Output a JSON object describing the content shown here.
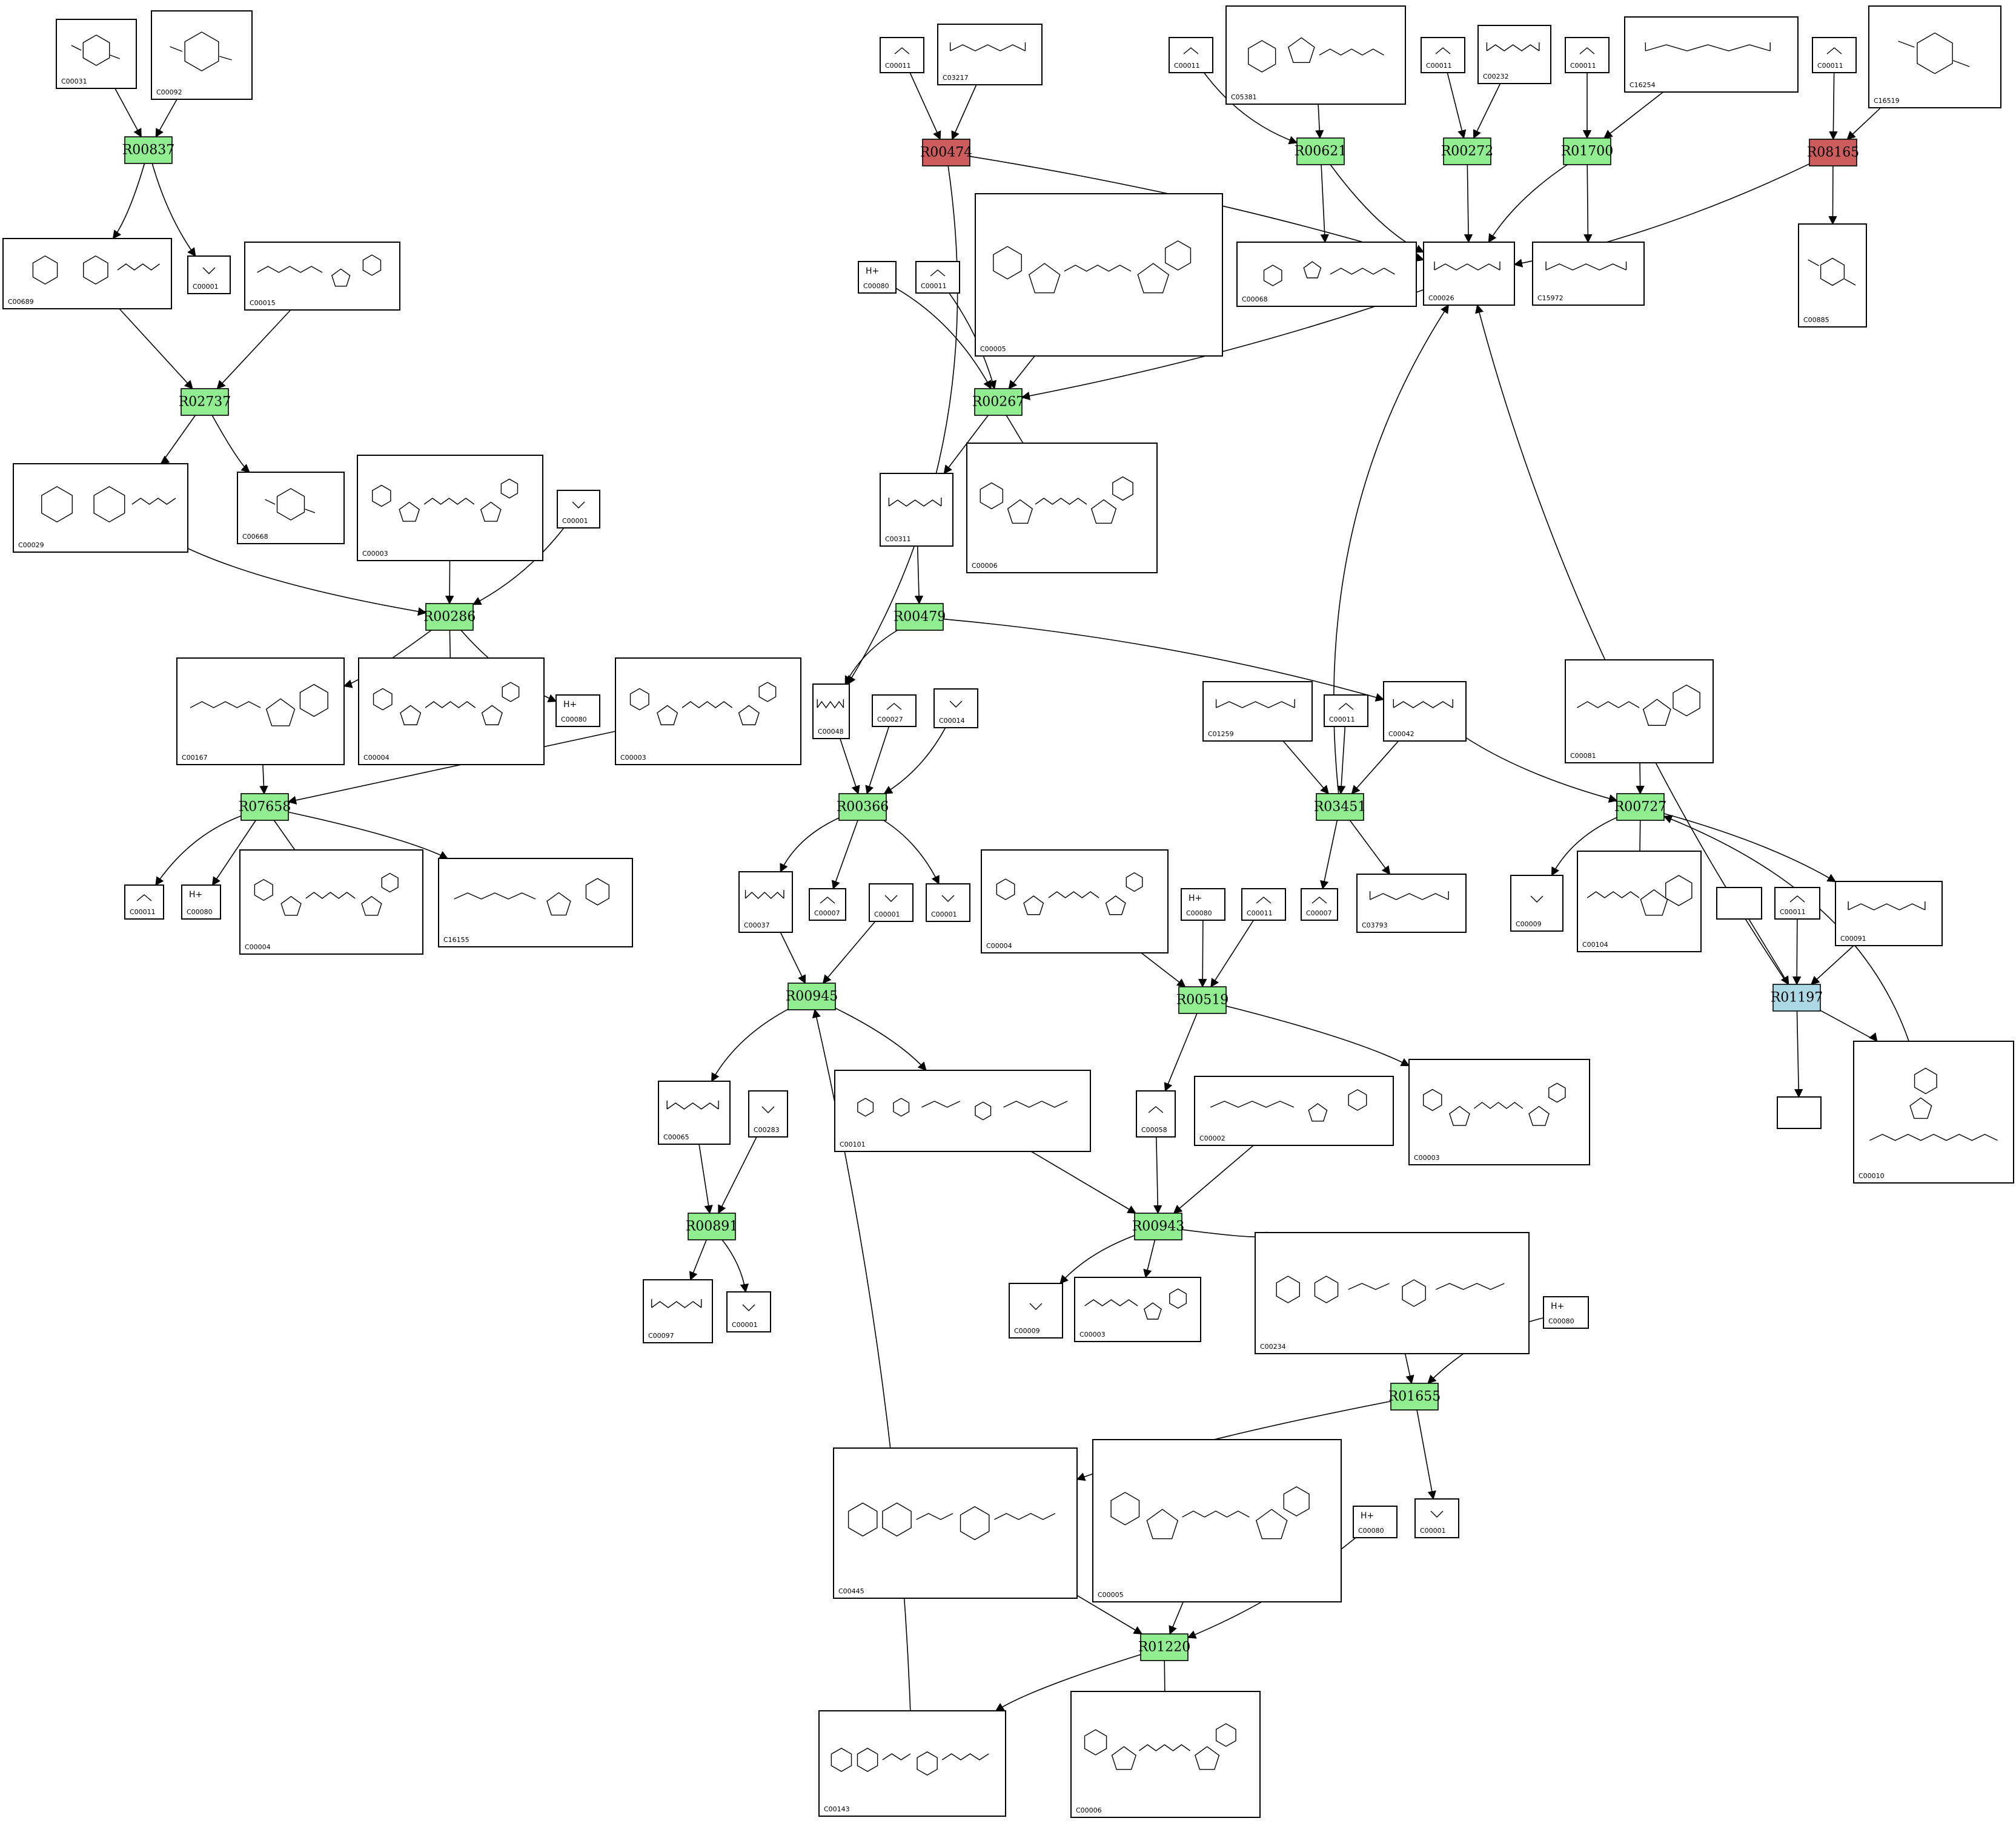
{
  "colors": {
    "normal": "#90ee90",
    "highlight": "#cd5c5c",
    "selected": "#add8e6"
  },
  "reactions": [
    {
      "id": "R00837",
      "status": "normal"
    },
    {
      "id": "R00474",
      "status": "highlight"
    },
    {
      "id": "R00621",
      "status": "normal"
    },
    {
      "id": "R00272",
      "status": "normal"
    },
    {
      "id": "R01700",
      "status": "normal"
    },
    {
      "id": "R08165",
      "status": "highlight"
    },
    {
      "id": "R02737",
      "status": "normal"
    },
    {
      "id": "R00267",
      "status": "normal"
    },
    {
      "id": "R00286",
      "status": "normal"
    },
    {
      "id": "R00479",
      "status": "normal"
    },
    {
      "id": "R07658",
      "status": "normal"
    },
    {
      "id": "R00366",
      "status": "normal"
    },
    {
      "id": "R03451",
      "status": "normal"
    },
    {
      "id": "R00727",
      "status": "normal"
    },
    {
      "id": "R00945",
      "status": "normal"
    },
    {
      "id": "R00519",
      "status": "normal"
    },
    {
      "id": "R01197",
      "status": "selected"
    },
    {
      "id": "R00891",
      "status": "normal"
    },
    {
      "id": "R00943",
      "status": "normal"
    },
    {
      "id": "R01655",
      "status": "normal"
    },
    {
      "id": "R01220",
      "status": "normal"
    }
  ],
  "compounds": [
    {
      "id": "C00031"
    },
    {
      "id": "C00092"
    },
    {
      "id": "C00011"
    },
    {
      "id": "C03217"
    },
    {
      "id": "C00011"
    },
    {
      "id": "C05381"
    },
    {
      "id": "C00011"
    },
    {
      "id": "C00232"
    },
    {
      "id": "C00011"
    },
    {
      "id": "C16254"
    },
    {
      "id": "C00011"
    },
    {
      "id": "C16519"
    },
    {
      "id": "C00689"
    },
    {
      "id": "C00001"
    },
    {
      "id": "C00015"
    },
    {
      "id": "C00080"
    },
    {
      "id": "C00011"
    },
    {
      "id": "C00005"
    },
    {
      "id": "C00068"
    },
    {
      "id": "C00026"
    },
    {
      "id": "C15972"
    },
    {
      "id": "C00885"
    },
    {
      "id": "C00029"
    },
    {
      "id": "C00668"
    },
    {
      "id": "C00003"
    },
    {
      "id": "C00001"
    },
    {
      "id": "C00311"
    },
    {
      "id": "C00006"
    },
    {
      "id": "C00167"
    },
    {
      "id": "C00004"
    },
    {
      "id": "C00080"
    },
    {
      "id": "C00003"
    },
    {
      "id": "C00048"
    },
    {
      "id": "C00027"
    },
    {
      "id": "C00014"
    },
    {
      "id": "C01259"
    },
    {
      "id": "C00011"
    },
    {
      "id": "C00042"
    },
    {
      "id": "C00081"
    },
    {
      "id": "C00011"
    },
    {
      "id": "C00080"
    },
    {
      "id": "C00004"
    },
    {
      "id": "C16155"
    },
    {
      "id": "C00037"
    },
    {
      "id": "C00007"
    },
    {
      "id": "C00001"
    },
    {
      "id": "C00001"
    },
    {
      "id": "C00004"
    },
    {
      "id": "C00080"
    },
    {
      "id": "C00011"
    },
    {
      "id": "C00007"
    },
    {
      "id": "C03793"
    },
    {
      "id": "C00009"
    },
    {
      "id": "C00104"
    },
    {
      "id": ""
    },
    {
      "id": "C00011"
    },
    {
      "id": "C00091"
    },
    {
      "id": "C00065"
    },
    {
      "id": "C00283"
    },
    {
      "id": "C00101"
    },
    {
      "id": "C00058"
    },
    {
      "id": "C00002"
    },
    {
      "id": "C00003"
    },
    {
      "id": ""
    },
    {
      "id": "C00010"
    },
    {
      "id": "C00097"
    },
    {
      "id": "C00001"
    },
    {
      "id": "C00009"
    },
    {
      "id": "C00003"
    },
    {
      "id": "C00234"
    },
    {
      "id": "C00080"
    },
    {
      "id": "C00445"
    },
    {
      "id": "C00005"
    },
    {
      "id": "C00080"
    },
    {
      "id": "C00001"
    },
    {
      "id": "C00143"
    },
    {
      "id": "C00006"
    }
  ]
}
